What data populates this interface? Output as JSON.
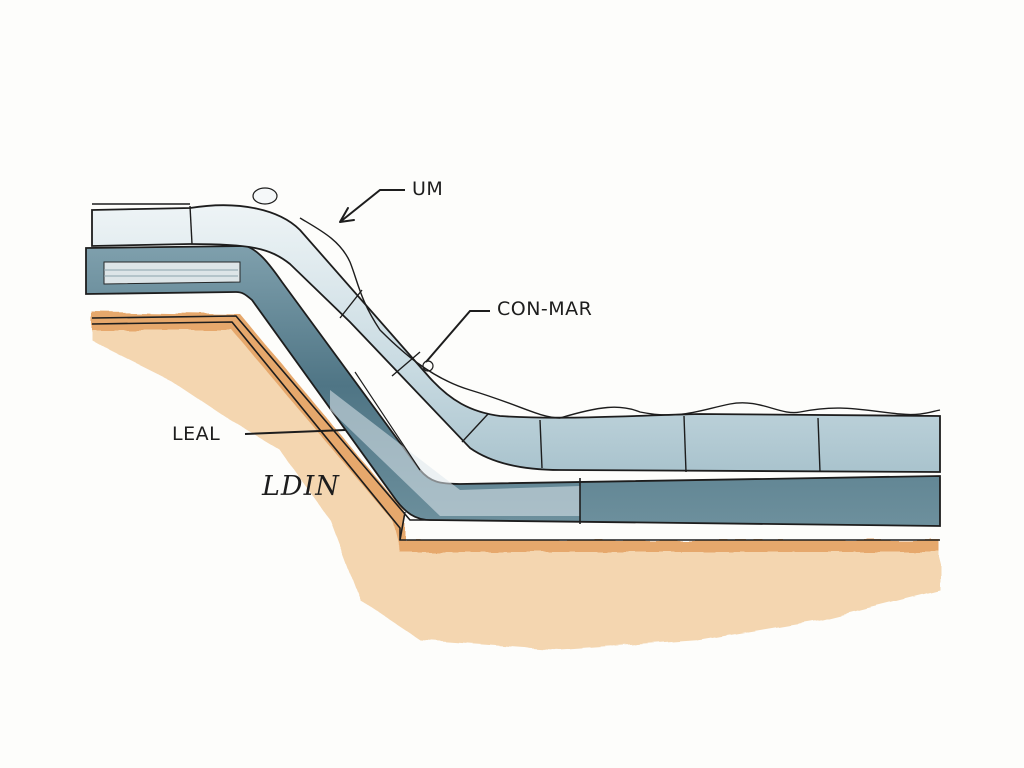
{
  "diagram": {
    "labels": {
      "um": "UM",
      "con_mar": "CON-MAR",
      "leal": "LEAL",
      "ldin": "LDIN"
    },
    "colors": {
      "soil": "#eab27a",
      "soil_edge": "#d98a45",
      "pipe_dark": "#5d8190",
      "pipe_light": "#cfdfe6",
      "pipe_highlight": "#eef4f6",
      "ink": "#1d1d1d",
      "paper": "#fdfdfb"
    }
  }
}
